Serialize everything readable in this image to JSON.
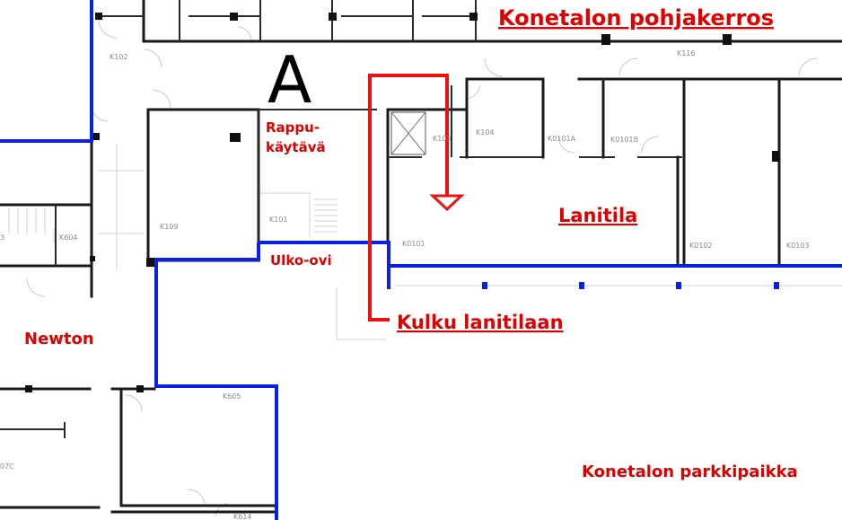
{
  "map": {
    "title": "Konetalon pohjakerros",
    "building_letter": "A",
    "labels": {
      "stairwell": "Rappu-",
      "stairwell_line2": "käytävä",
      "lanitila": "Lanitila",
      "ulko_ovi": "Ulko-ovi",
      "kulku": "Kulku lanitilaan",
      "newton": "Newton",
      "parking": "Konetalon parkkipaikka"
    },
    "rooms": {
      "k102": "K102",
      "k116": "K116",
      "k103": "K103",
      "k104": "K104",
      "k0101a": "K0101A",
      "k0101b": "K0101B",
      "k109": "K109",
      "k101": "K101",
      "k0101": "K0101",
      "k0102": "K0102",
      "k0103": "K0103",
      "k604": "K604",
      "k603": "3",
      "k605": "K605",
      "k607c": "07C",
      "k614": "K614"
    },
    "colors": {
      "route": "#ee1111",
      "boundary": "#0a1fe8",
      "label": "#e00000",
      "wall": "#1a1a1a"
    }
  }
}
